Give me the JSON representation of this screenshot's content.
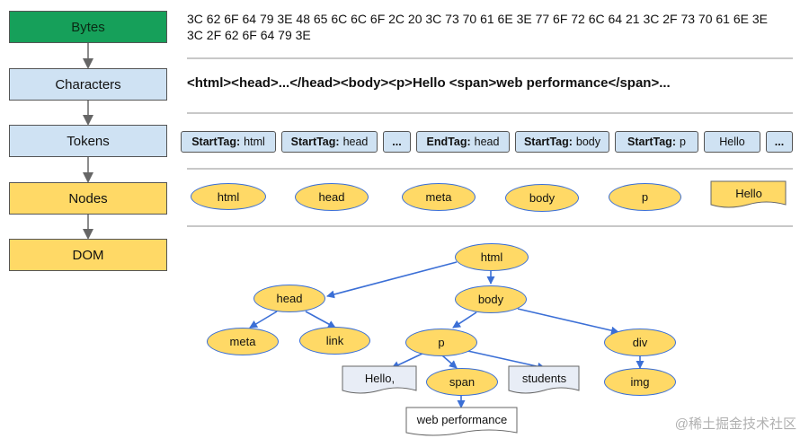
{
  "stages": {
    "bytes": "Bytes",
    "characters": "Characters",
    "tokens": "Tokens",
    "nodes": "Nodes",
    "dom": "DOM"
  },
  "bytes_line": "3C 62 6F 64 79 3E 48 65 6C 6C 6F 2C 20 3C 73 70 61 6E 3E 77 6F 72 6C 64 21 3C 2F 73 70 61 6E 3E 3C 2F 62 6F 64 79 3E",
  "characters_line": "<html><head>...</head><body><p>Hello <span>web performance</span>...",
  "tokens": [
    {
      "kind": "StartTag:",
      "value": "html"
    },
    {
      "kind": "StartTag:",
      "value": "head"
    },
    {
      "kind": "...",
      "value": ""
    },
    {
      "kind": "EndTag:",
      "value": "head"
    },
    {
      "kind": "StartTag:",
      "value": "body"
    },
    {
      "kind": "StartTag:",
      "value": "p"
    },
    {
      "kind": "",
      "value": "Hello"
    },
    {
      "kind": "...",
      "value": ""
    }
  ],
  "nodes_row": [
    "html",
    "head",
    "meta",
    "body",
    "p",
    "Hello"
  ],
  "dom_tree": {
    "html": "html",
    "head": "head",
    "body": "body",
    "meta": "meta",
    "link": "link",
    "p": "p",
    "div": "div",
    "hello": "Hello,",
    "span": "span",
    "students": "students",
    "img": "img",
    "web_performance": "web performance"
  },
  "colors": {
    "bytes_stage": "#16a05a",
    "blue_stage": "#cfe2f3",
    "yellow_stage": "#ffd966",
    "edge": "#3b6fd6"
  },
  "watermark": "@稀土掘金技术社区"
}
